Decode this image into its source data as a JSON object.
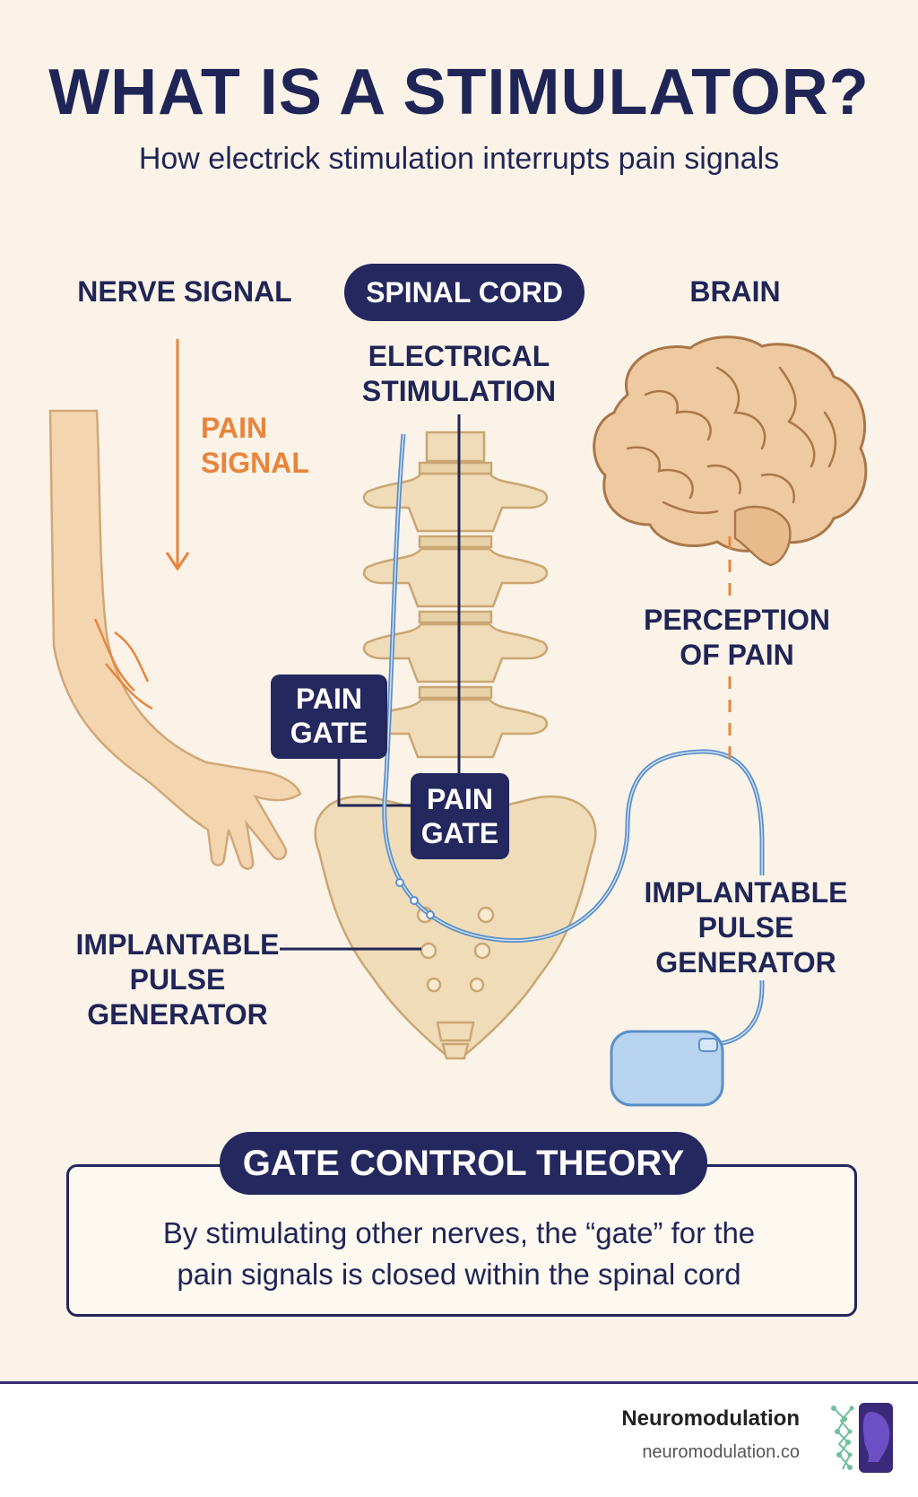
{
  "header": {
    "title": "WHAT IS A STIMULATOR?",
    "subtitle": "How electrick stimulation interrupts pain signals"
  },
  "diagram": {
    "nerve_signal": "NERVE SIGNAL",
    "spinal_cord": "SPINAL CORD",
    "brain": "BRAIN",
    "pain_signal": [
      "PAIN",
      "SIGNAL"
    ],
    "electrical_stimulation": [
      "ELECTRICAL",
      "STIMULATION"
    ],
    "perception_of_pain": [
      "PERCEPTION",
      "OF PAIN"
    ],
    "pain_gate_left": [
      "PAIN",
      "GATE"
    ],
    "pain_gate_center": [
      "PAIN",
      "GATE"
    ],
    "ipg_left": [
      "IMPLANTABLE",
      "PULSE",
      "GENERATOR"
    ],
    "ipg_right": [
      "IMPLANTABLE",
      "PULSE",
      "GENERATOR"
    ]
  },
  "theory": {
    "heading": "GATE CONTROL THEORY",
    "text_line1": "By stimulating other nerves, the “gate” for the",
    "text_line2": "pain signals is closed within the spinal cord"
  },
  "footer": {
    "brand": "Neuromodulation",
    "url": "neuromodulation.co"
  },
  "colors": {
    "navy": "#24285e",
    "orange": "#e8843c",
    "bone": "#f0dcb8",
    "skin": "#f3d6b0",
    "lead": "#5b8fc9",
    "background": "#fbf3e8"
  }
}
